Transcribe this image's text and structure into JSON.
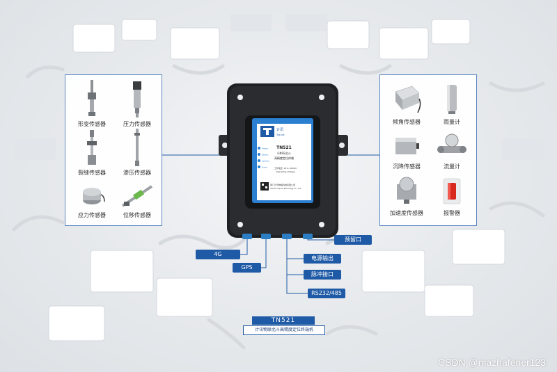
{
  "left_sensors": [
    {
      "label": "形变传感器",
      "icon": "strain-gauge-icon"
    },
    {
      "label": "压力传感器",
      "icon": "pressure-sensor-icon"
    },
    {
      "label": "裂缝传感器",
      "icon": "crack-sensor-icon"
    },
    {
      "label": "渗压传感器",
      "icon": "osmotic-pressure-sensor-icon"
    },
    {
      "label": "应力传感器",
      "icon": "stress-sensor-icon"
    },
    {
      "label": "位移传感器",
      "icon": "displacement-sensor-icon"
    }
  ],
  "right_sensors": [
    {
      "label": "倾角传感器",
      "icon": "tilt-sensor-icon"
    },
    {
      "label": "雨量计",
      "icon": "rain-gauge-icon"
    },
    {
      "label": "沉降传感器",
      "icon": "settlement-sensor-icon"
    },
    {
      "label": "流量计",
      "icon": "flow-meter-icon"
    },
    {
      "label": "加速度传感器",
      "icon": "accelerometer-icon"
    },
    {
      "label": "报警器",
      "icon": "alarm-icon"
    }
  ],
  "device": {
    "brand": "计讯",
    "brand_en": "Top-iot",
    "model": "TN521",
    "product_line1": "GNSS北斗",
    "product_line2": "高精度定位终端",
    "led_labels": [
      "Power",
      "Status",
      "System",
      "Fixed"
    ],
    "spec": "工作电压: 12V~36VDC",
    "spec_en": "Operating Voltage",
    "maker": "厦门计讯物联科技有限公司",
    "maker_en": "Xiamen Top-iot Technology Co., Ltd."
  },
  "port_tags": {
    "p4g": "4G",
    "gps": "GPS",
    "reserved": "预留口",
    "power_out": "电源输出",
    "pulse": "脉冲接口",
    "serial": "RS232/485"
  },
  "footer": {
    "model": "TN521",
    "subtitle": "计讯物联北斗高精度定位终端机"
  },
  "watermark": "CSDN @mazhafener123",
  "colors": {
    "accent": "#1f5aa6",
    "panel_border": "#5b86c4",
    "device_body": "#232527",
    "front_panel": "#2a7fd0"
  }
}
